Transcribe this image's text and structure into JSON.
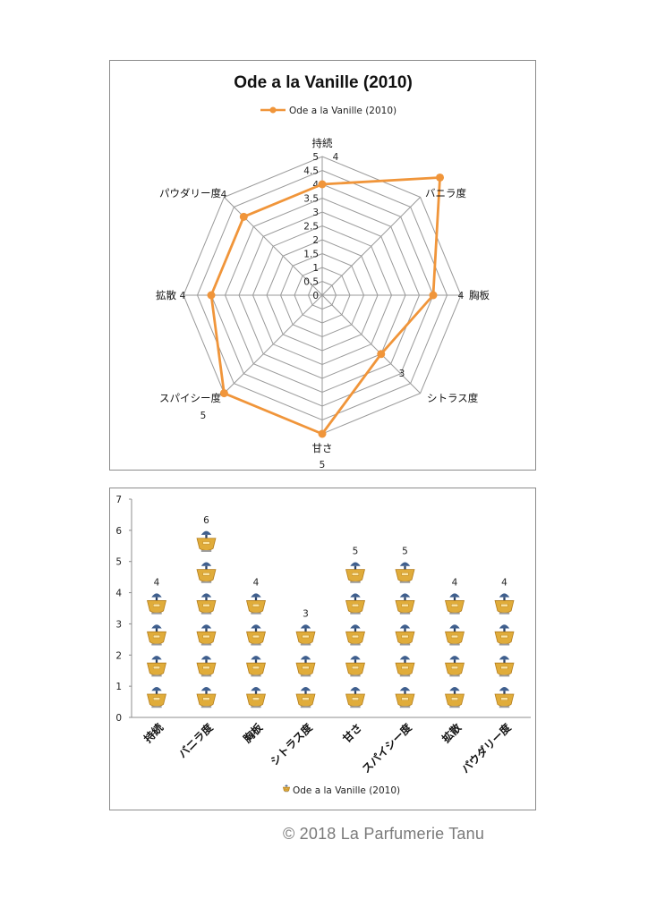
{
  "chart_data": [
    {
      "type": "radar",
      "title": "Ode a la Vanille (2010)",
      "legend": {
        "position": "top",
        "entries": [
          "Ode a la Vanille (2010)"
        ]
      },
      "axes": [
        "持続",
        "バニラ度",
        "胸板",
        "シトラス度",
        "甘さ",
        "スパイシー度",
        "拡散",
        "パウダリー度"
      ],
      "series": [
        {
          "name": "Ode a la Vanille (2010)",
          "values": [
            4,
            6,
            4,
            3,
            5,
            5,
            4,
            4
          ]
        }
      ],
      "scale": {
        "min": 0,
        "max": 5,
        "step": 0.5,
        "tick_labels": [
          "0",
          "0.5",
          "1",
          "1.5",
          "2",
          "2.5",
          "3",
          "3.5",
          "4",
          "4.5",
          "5"
        ]
      },
      "data_labels": [
        "4",
        "",
        "4",
        "3",
        "5",
        "5",
        "4",
        "4"
      ],
      "colors": {
        "series": "#f0953a",
        "grid": "#9a9a9a"
      }
    },
    {
      "type": "bar",
      "categories": [
        "持続",
        "バニラ度",
        "胸板",
        "シトラス度",
        "甘さ",
        "スパイシー度",
        "拡散",
        "パウダリー度"
      ],
      "series": [
        {
          "name": "Ode a la Vanille (2010)",
          "values": [
            4,
            6,
            4,
            3,
            5,
            5,
            4,
            4
          ]
        }
      ],
      "data_labels": [
        "4",
        "6",
        "4",
        "3",
        "5",
        "5",
        "4",
        "4"
      ],
      "ylim": [
        0,
        7
      ],
      "y_ticks": [
        "0",
        "1",
        "2",
        "3",
        "4",
        "5",
        "6",
        "7"
      ],
      "marker": "perfume-bottle-icon",
      "legend": {
        "position": "bottom",
        "entries": [
          "Ode a la Vanille (2010)"
        ]
      }
    }
  ],
  "footer": {
    "copyright": "© 2018 La Parfumerie Tanu"
  }
}
